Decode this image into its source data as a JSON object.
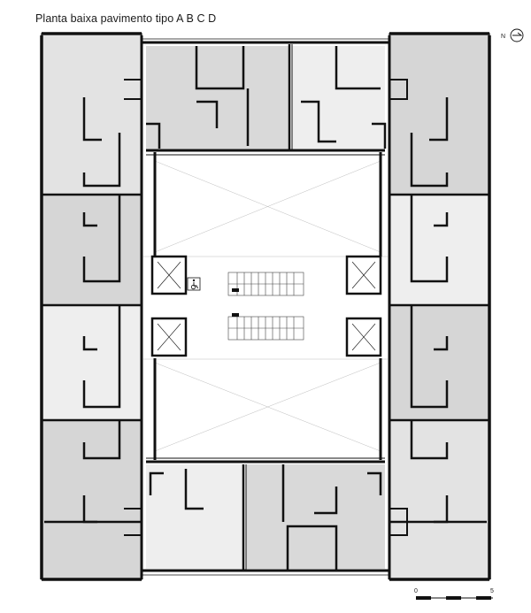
{
  "title": "Planta baixa pavimento tipo A B C D",
  "north_label": "N",
  "scale": {
    "start": "0",
    "end": "5"
  },
  "icons": {
    "accessibility": "wheelchair-icon",
    "north": "north-arrow-icon"
  },
  "colors": {
    "wall": "#111111",
    "room_dark": "#d9d9d9",
    "room_mid": "#e6e6e6",
    "room_light": "#f1f1f1",
    "line": "#8a8a8a"
  }
}
